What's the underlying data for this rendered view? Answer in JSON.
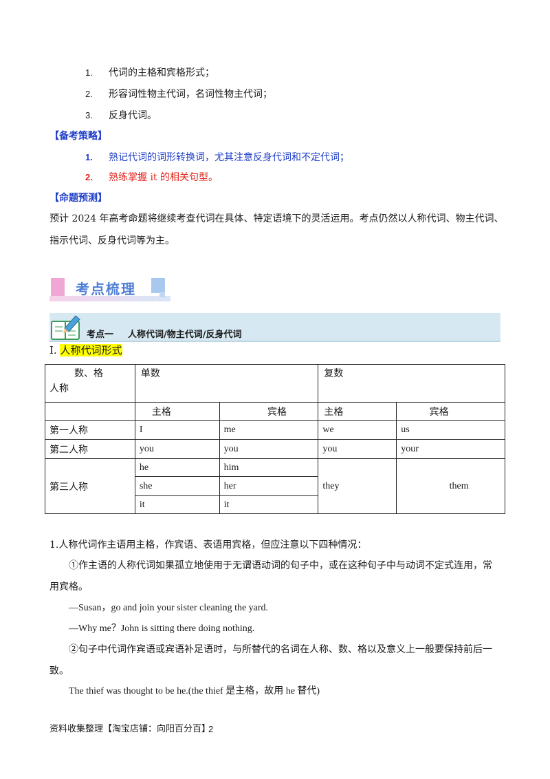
{
  "list_top": [
    {
      "num": "1.",
      "text": "代词的主格和宾格形式；"
    },
    {
      "num": "2.",
      "text": "形容词性物主代词，名词性物主代词；"
    },
    {
      "num": "3.",
      "text": "反身代词。"
    }
  ],
  "strategy": {
    "heading": "【备考策略】",
    "items": [
      {
        "num": "1.",
        "text": "熟记代词的词形转换词，尤其注意反身代词和不定代词；"
      },
      {
        "num": "2.",
        "text": "熟练掌握 it 的相关句型。"
      }
    ]
  },
  "prediction": {
    "heading": "【命题预测】",
    "line1": "预计 2024 年高考命题将继续考查代词在具体、特定语境下的灵活运用。考点仍然以人称代词、物主代词、",
    "line2": "指示代词、反身代词等为主。"
  },
  "banner": {
    "title": "考点梳理"
  },
  "topic": {
    "label": "考点一",
    "title": "人称代词/物主代词/反身代词"
  },
  "subsection": {
    "roman": "Ⅰ.",
    "title": "人称代词形式"
  },
  "table": {
    "corner_top": "数、格",
    "corner_bottom": "人称",
    "singular": "单数",
    "plural": "复数",
    "nominative": "主格",
    "objective": "宾格",
    "rows": [
      {
        "person": "第一人称",
        "s_nom": "I",
        "s_obj": "me",
        "p_nom": "we",
        "p_obj": "us"
      },
      {
        "person": "第二人称",
        "s_nom": "you",
        "s_obj": "you",
        "p_nom": "you",
        "p_obj": "your"
      }
    ],
    "third": {
      "person": "第三人称",
      "s_nom": [
        "he",
        "she",
        "it"
      ],
      "s_obj": [
        "him",
        "her",
        "it"
      ],
      "p_nom": "they",
      "p_obj": "them"
    }
  },
  "body": {
    "rule1": "1.人称代词作主语用主格，作宾语、表语用宾格，但应注意以下四种情况：",
    "case1_a": "①作主语的人称代词如果孤立地使用于无谓语动词的句子中，或在这种句子中与动词不定式连用，常",
    "case1_b": "用宾格。",
    "ex1": "—Susan，go and join your sister cleaning the yard.",
    "ex2": "—Why me？John is sitting there doing nothing.",
    "case2_a": "②句子中代词作宾语或宾语补足语时，与所替代的名词在人称、数、格以及意义上一般要保持前后一",
    "case2_b": "致。",
    "ex3": "The thief was thought to be he.(the thief 是主格，故用 he 替代)"
  },
  "footer": {
    "text": "资料收集整理【淘宝店铺：向阳百分百】",
    "page": "2"
  }
}
